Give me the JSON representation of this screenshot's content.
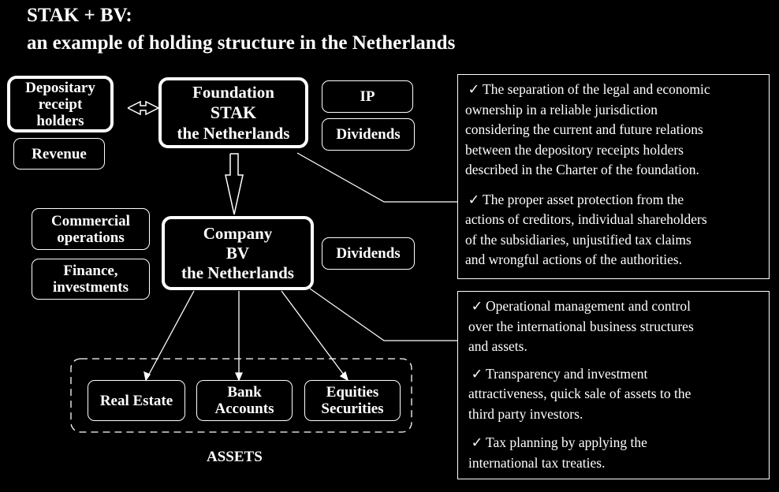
{
  "title": {
    "line1": "STAK + BV:",
    "line2": "an example of holding structure in the Netherlands"
  },
  "depositary": {
    "l1": "Depositary",
    "l2": "receipt",
    "l3": "holders"
  },
  "revenue": "Revenue",
  "foundation": {
    "l1": "Foundation",
    "l2": "STAK",
    "l3": "the Netherlands"
  },
  "ip": "IP",
  "dividends_top": "Dividends",
  "commercial": {
    "l1": "Commercial",
    "l2": "operations"
  },
  "finance": {
    "l1": "Finance,",
    "l2": "investments"
  },
  "company": {
    "l1": "Company",
    "l2": "BV",
    "l3": "the Netherlands"
  },
  "dividends_mid": "Dividends",
  "assets": {
    "real_estate": "Real Estate",
    "bank": {
      "l1": "Bank",
      "l2": "Accounts"
    },
    "equities": {
      "l1": "Equities",
      "l2": "Securities"
    },
    "label": "ASSETS"
  },
  "panel_top": {
    "p1": [
      "The separation of the legal and economic",
      "ownership in a reliable jurisdiction",
      "considering the current and future relations",
      "between the depository receipts holders",
      "described in the Charter of the foundation."
    ],
    "p2": [
      "The proper asset protection from the",
      "actions of creditors, individual shareholders",
      "of the subsidiaries, unjustified tax claims",
      "and wrongful actions of the authorities."
    ]
  },
  "panel_bottom": {
    "p1": [
      "Operational management and control",
      "over the international business structures",
      "and assets."
    ],
    "p2": [
      "Transparency and investment",
      "attractiveness, quick sale of assets to the",
      "third party investors."
    ],
    "p3": [
      "Tax planning by applying the",
      "international tax treaties."
    ]
  },
  "check_mark": "✓"
}
